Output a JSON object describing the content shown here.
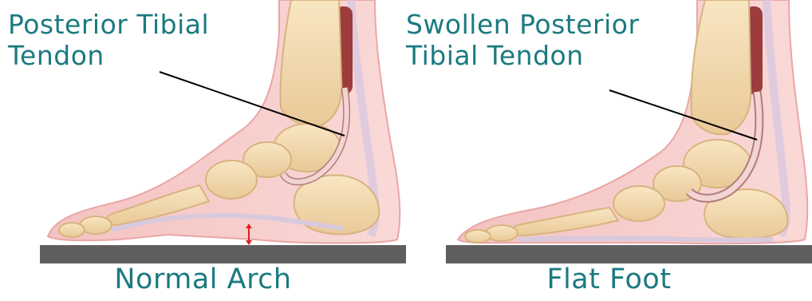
{
  "panels": [
    {
      "callout_line1": "Posterior Tibial",
      "callout_line2": "Tendon",
      "caption": "Normal Arch"
    },
    {
      "callout_line1": "Swollen Posterior",
      "callout_line2": "Tibial Tendon",
      "caption": "Flat Foot"
    }
  ],
  "colors": {
    "label_teal": "#1b7a80",
    "skin": "#f6c7c6",
    "bone": "#f3dcb0",
    "ground": "#5f5f5f",
    "muscle": "#9c3c3c",
    "tendon": "#f1d5d2"
  }
}
